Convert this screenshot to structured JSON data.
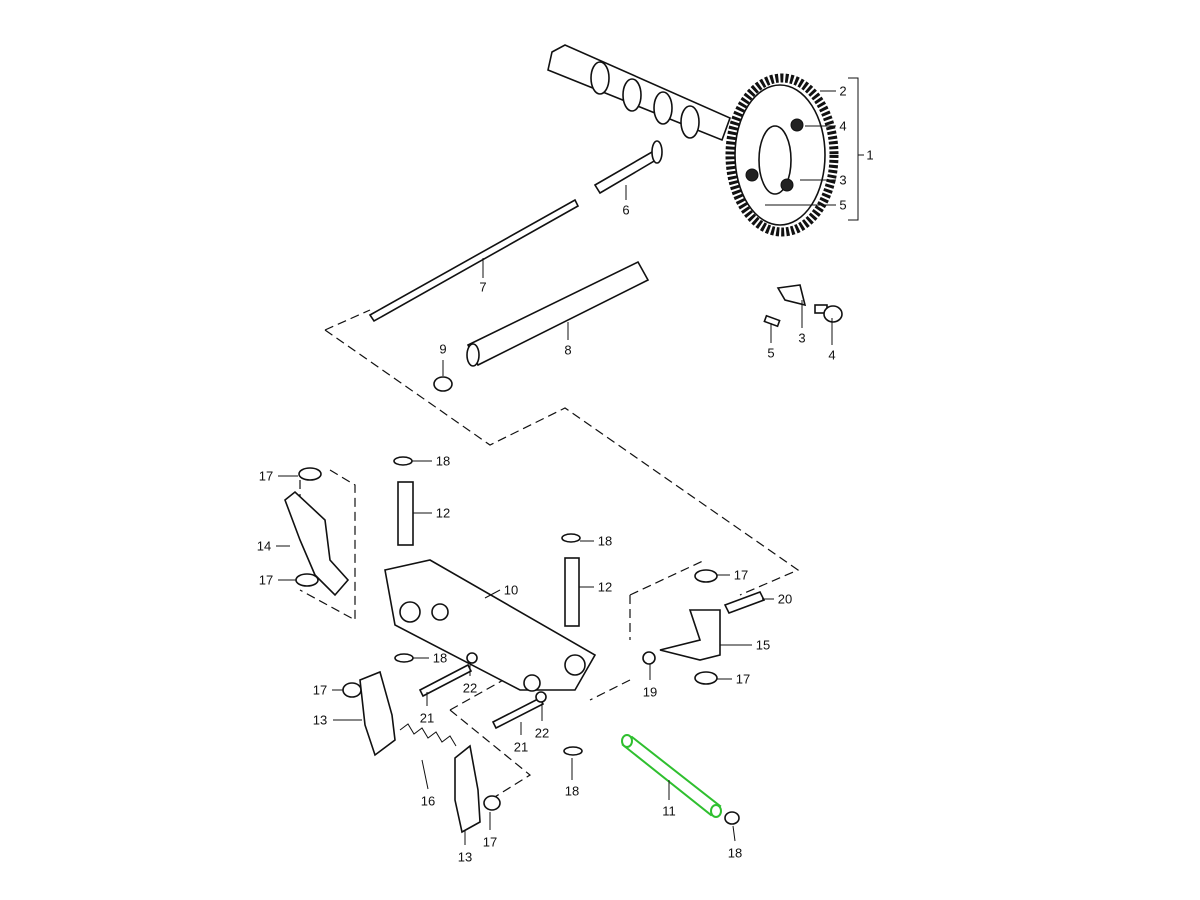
{
  "title": "Camshaft and rocker arm assembly exploded view",
  "highlight_color": "#2fbf2f",
  "highlighted_part": "11",
  "labels": [
    "1",
    "2",
    "4",
    "3",
    "5",
    "6",
    "7",
    "8",
    "9",
    "5",
    "3",
    "4",
    "18",
    "17",
    "12",
    "14",
    "17",
    "18",
    "10",
    "12",
    "17",
    "20",
    "15",
    "18",
    "22",
    "17",
    "19",
    "17",
    "13",
    "21",
    "21",
    "22",
    "18",
    "16",
    "11",
    "13",
    "17",
    "18"
  ]
}
